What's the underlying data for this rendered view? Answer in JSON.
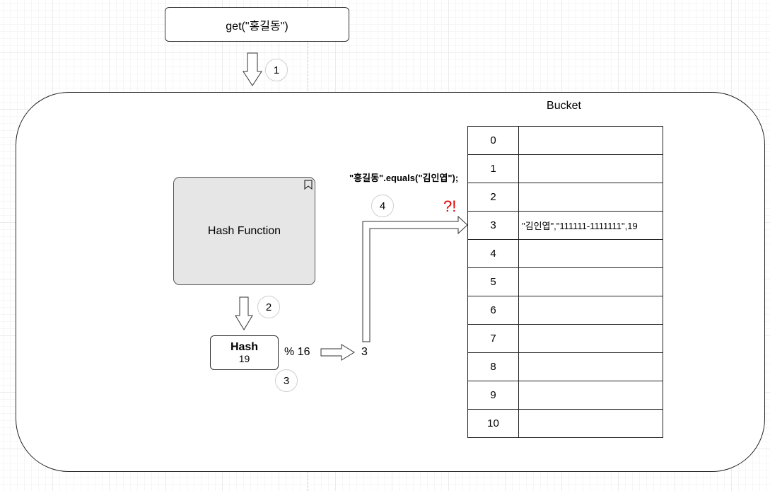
{
  "get_call": "get(\"홍길동\")",
  "steps": [
    "1",
    "2",
    "3",
    "4"
  ],
  "bucket_title": "Bucket",
  "hash_function_label": "Hash Function",
  "hash": {
    "label": "Hash",
    "value": "19"
  },
  "modulo_label": "% 16",
  "index_result": "3",
  "equals_call": "\"홍길동\".equals(\"김인엽\");",
  "surprise": "?!",
  "bucket_rows": [
    {
      "index": "0",
      "value": ""
    },
    {
      "index": "1",
      "value": ""
    },
    {
      "index": "2",
      "value": ""
    },
    {
      "index": "3",
      "value": "\"김인엽\",\"111111-1111111\",19"
    },
    {
      "index": "4",
      "value": ""
    },
    {
      "index": "5",
      "value": ""
    },
    {
      "index": "6",
      "value": ""
    },
    {
      "index": "7",
      "value": ""
    },
    {
      "index": "8",
      "value": ""
    },
    {
      "index": "9",
      "value": ""
    },
    {
      "index": "10",
      "value": ""
    }
  ],
  "colors": {
    "accent_red": "#e00000",
    "hash_fill": "#e6e6e6",
    "step_circle_border": "#cfcfcf"
  },
  "icons": {
    "hash_function_corner": "bookmark-icon"
  }
}
